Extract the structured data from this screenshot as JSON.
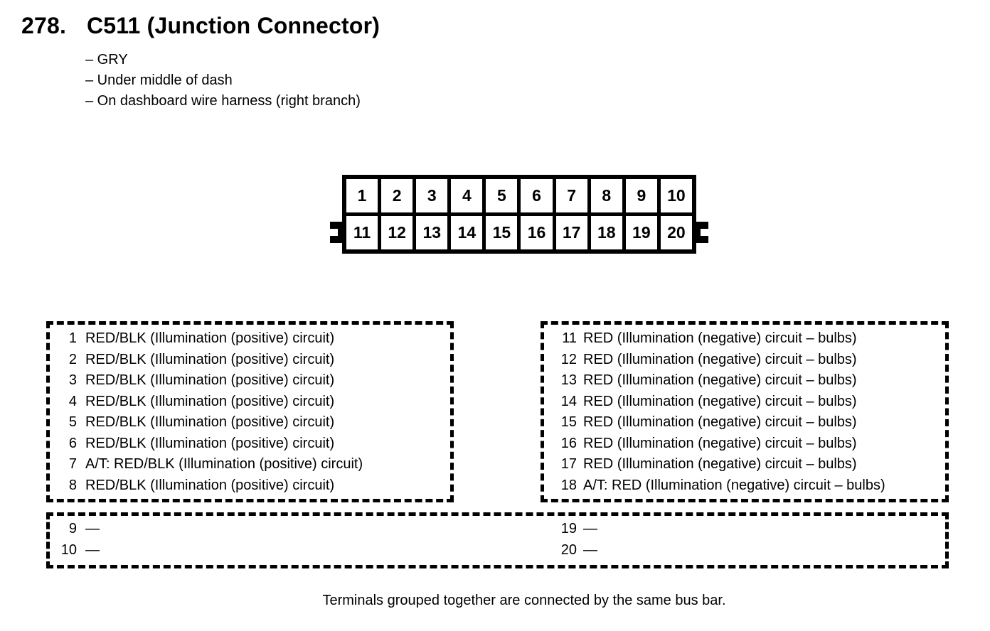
{
  "header": {
    "number": "278.",
    "title": "C511 (Junction Connector)",
    "notes": [
      "– GRY",
      "– Under middle of dash",
      "– On dashboard wire harness (right branch)"
    ]
  },
  "connector": {
    "pins_top": [
      "1",
      "2",
      "3",
      "4",
      "5",
      "6",
      "7",
      "8",
      "9",
      "10"
    ],
    "pins_bottom": [
      "11",
      "12",
      "13",
      "14",
      "15",
      "16",
      "17",
      "18",
      "19",
      "20"
    ]
  },
  "pin_lists": {
    "left": [
      {
        "pin": "1",
        "desc": "RED/BLK (Illumination (positive) circuit)"
      },
      {
        "pin": "2",
        "desc": "RED/BLK (Illumination (positive) circuit)"
      },
      {
        "pin": "3",
        "desc": "RED/BLK (Illumination (positive) circuit)"
      },
      {
        "pin": "4",
        "desc": "RED/BLK (Illumination (positive) circuit)"
      },
      {
        "pin": "5",
        "desc": "RED/BLK (Illumination (positive) circuit)"
      },
      {
        "pin": "6",
        "desc": "RED/BLK (Illumination (positive) circuit)"
      },
      {
        "pin": "7",
        "desc": "A/T: RED/BLK (Illumination (positive) circuit)"
      },
      {
        "pin": "8",
        "desc": "RED/BLK (Illumination (positive) circuit)"
      }
    ],
    "right": [
      {
        "pin": "11",
        "desc": "RED (Illumination (negative) circuit – bulbs)"
      },
      {
        "pin": "12",
        "desc": "RED (Illumination (negative) circuit – bulbs)"
      },
      {
        "pin": "13",
        "desc": "RED (Illumination (negative) circuit – bulbs)"
      },
      {
        "pin": "14",
        "desc": "RED (Illumination (negative) circuit – bulbs)"
      },
      {
        "pin": "15",
        "desc": "RED (Illumination (negative) circuit – bulbs)"
      },
      {
        "pin": "16",
        "desc": "RED (Illumination (negative) circuit – bulbs)"
      },
      {
        "pin": "17",
        "desc": "RED (Illumination (negative) circuit – bulbs)"
      },
      {
        "pin": "18",
        "desc": "A/T: RED (Illumination (negative) circuit – bulbs)"
      }
    ],
    "bottom_left": [
      {
        "pin": "9",
        "desc": "—"
      },
      {
        "pin": "10",
        "desc": "—"
      }
    ],
    "bottom_right": [
      {
        "pin": "19",
        "desc": "—"
      },
      {
        "pin": "20",
        "desc": "—"
      }
    ]
  },
  "footer": "Terminals grouped together are connected by the same bus bar.",
  "colors": {
    "ink": "#000000",
    "background": "#ffffff"
  }
}
